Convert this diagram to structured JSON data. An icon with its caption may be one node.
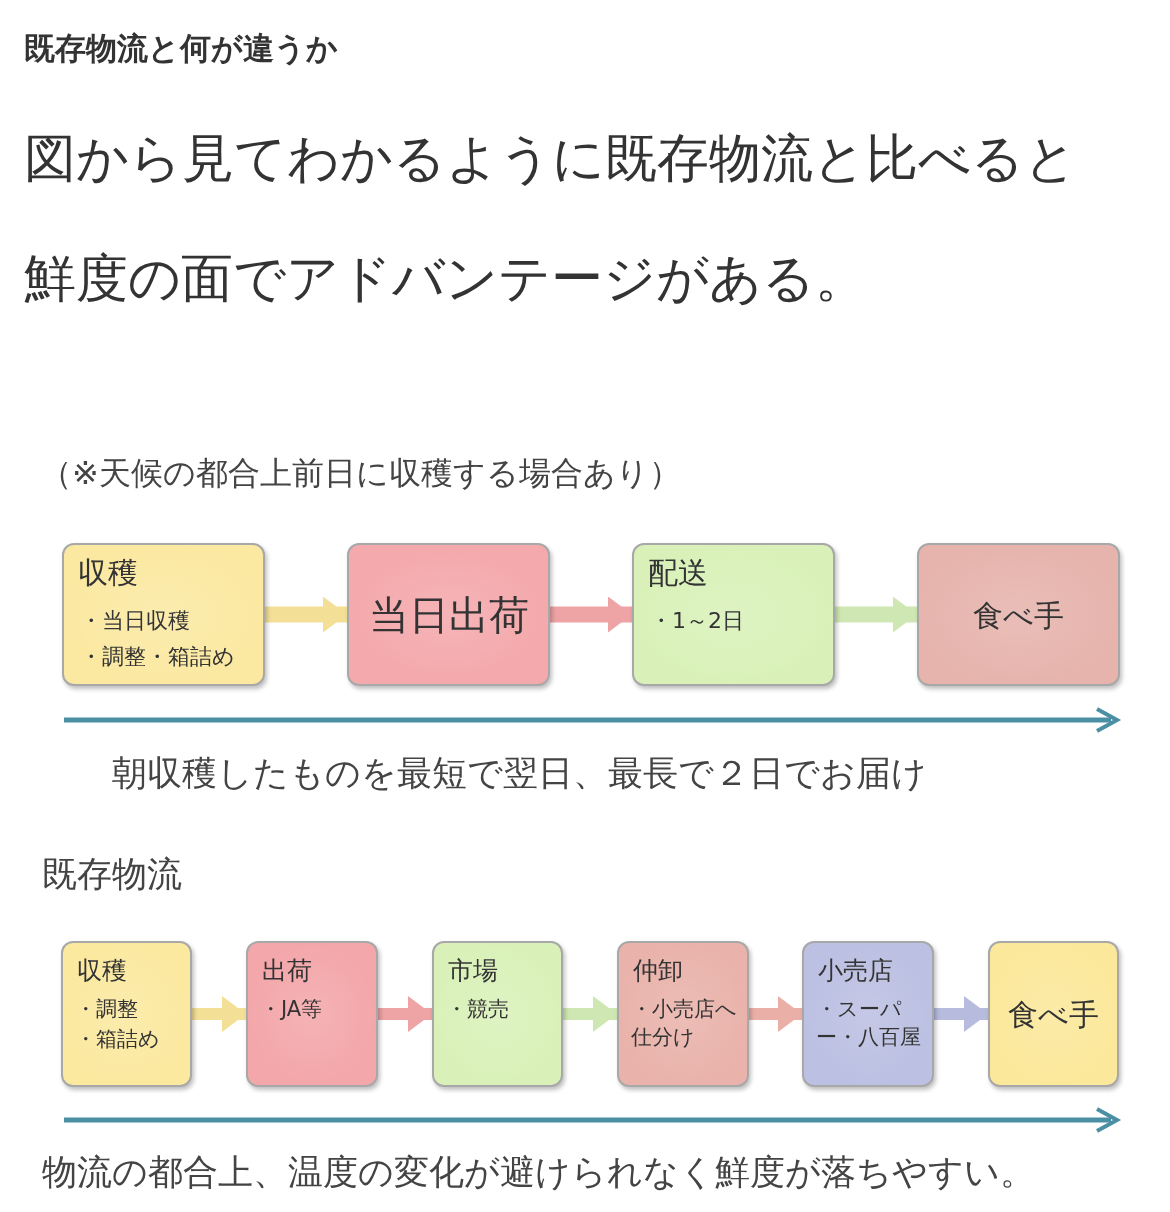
{
  "diagram": {
    "title": "既存物流と何が違うか",
    "nodes": [
      {
        "text": [
          "収穫",
          "・当日収穫",
          "・調整・箱詰め"
        ]
      },
      {
        "text": [
          "当日出荷"
        ]
      },
      {
        "text": [
          "配送",
          "・1～2日"
        ]
      },
      {
        "text": [
          "食べ手"
        ]
      },
      {
        "text": [
          "収穫",
          "・調整",
          "・箱詰め"
        ]
      },
      {
        "text": [
          "出荷",
          "・JA等"
        ]
      },
      {
        "text": [
          "市場",
          "・競売"
        ]
      },
      {
        "text": [
          "仲卸",
          "・小売店へ仕分け"
        ]
      },
      {
        "text": [
          "小売店",
          "・スーパー・八百屋"
        ]
      },
      {
        "text": [
          "食べ手"
        ]
      }
    ],
    "edges": [
      {
        "from": 0,
        "to": 1,
        "arrow": "to",
        "color": "#f3df96"
      },
      {
        "from": 1,
        "to": 2,
        "arrow": "to",
        "color": "#eea3a5"
      },
      {
        "from": 2,
        "to": 3,
        "arrow": "to",
        "color": "#cfe8b3"
      },
      {
        "from": 4,
        "to": 5,
        "arrow": "to",
        "color": "#f3df96"
      },
      {
        "from": 5,
        "to": 6,
        "arrow": "to",
        "color": "#eea3a5"
      },
      {
        "from": 6,
        "to": 7,
        "arrow": "to",
        "color": "#cfe8b3"
      },
      {
        "from": 7,
        "to": 8,
        "arrow": "to",
        "color": "#eab0a8"
      },
      {
        "from": 8,
        "to": 9,
        "arrow": "to",
        "color": "#b7bcdf"
      }
    ],
    "labels": [
      "図から見てわかるように既存物流と比べると鮮度の面でアドバンテージがある。",
      "（※天候の都合上前日に収穫する場合あり）",
      "朝収穫したものを最短で翌日、最長で２日でお届け",
      "既存物流",
      "物流の都合上、温度の変化が避けられなく鮮度が落ちやすい。"
    ]
  }
}
